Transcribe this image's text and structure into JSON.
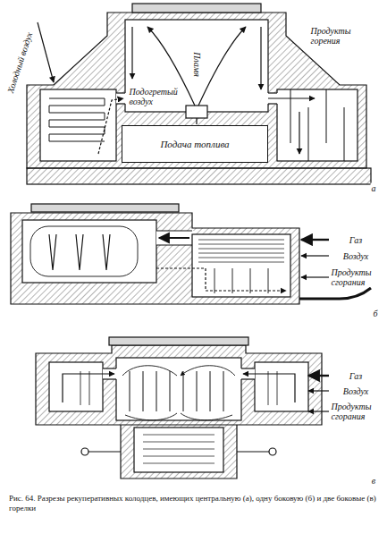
{
  "diagram": {
    "caption": "Рис. 64. Разрезы рекуперативных колодцев, имеющих центральную (а), одну боковую (б) и две боковые (в) горелки",
    "nodes": [
      {
        "text": [
          "Подача топлива"
        ]
      }
    ],
    "labels": [
      "Холодный воздух",
      "Пламя",
      "Продукты горения",
      "Подогретый воздух",
      "а",
      "Газ",
      "Воздух",
      "Продукты сгорания",
      "б",
      "Газ",
      "Воздух",
      "Продукты сгорания",
      "в"
    ]
  }
}
